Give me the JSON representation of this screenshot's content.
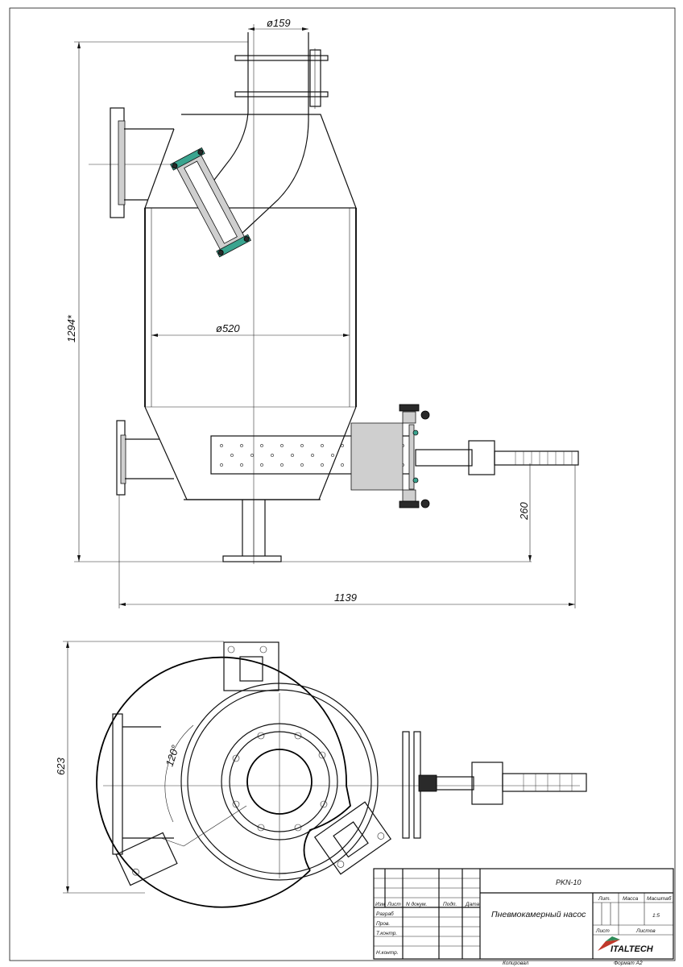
{
  "dimensions": {
    "top_pipe_dia": "ø159",
    "vessel_dia": "ø520",
    "overall_height": "1294*",
    "outlet_height": "260",
    "overall_length": "1139",
    "plan_depth": "623",
    "angle": "120°"
  },
  "title_block": {
    "doc_code": "PKN-10",
    "product_name": "Пневмокамерный насос",
    "headers": {
      "izm": "Изм",
      "list": "Лист",
      "n_dokum": "N  докум.",
      "podp": "Подп.",
      "data": "Дата"
    },
    "roles": [
      "Разраб",
      "Пров.",
      "Т.контр.",
      "Н.контр."
    ],
    "cells": {
      "lit": "Лит.",
      "massa": "Масса",
      "masshtab": "Масштаб",
      "scale_value": "1:5",
      "list": "Лист",
      "listov": "Листов"
    },
    "logo": "ITALTECH",
    "footer_left": "Копировал",
    "footer_right": "Формат A2"
  }
}
